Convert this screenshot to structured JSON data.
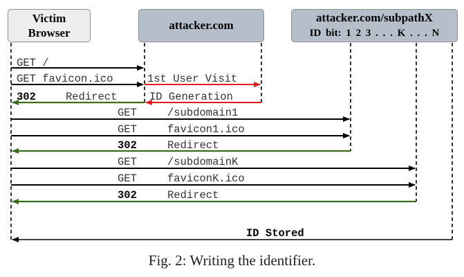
{
  "participants": {
    "victim_line1": "Victim",
    "victim_line2": "Browser",
    "attacker": "attacker.com",
    "subpath_title": "attacker.com/subpathX",
    "subpath_idbits": "ID bit:  1  2  3 . . .  K . . .  N"
  },
  "messages": [
    {
      "method": "GET",
      "text": "/",
      "from": "victim",
      "to": "attacker",
      "color": "#000000"
    },
    {
      "method": "GET",
      "text": "favicon.ico",
      "from": "victim",
      "to": "attacker",
      "color": "#000000"
    },
    {
      "method": "",
      "text": "1st User Visit",
      "from": "attacker",
      "to": "attacker-gen",
      "color": "#e0191b"
    },
    {
      "method": "",
      "text": "ID Generation",
      "from": "attacker-gen",
      "to": "attacker",
      "color": "#e0191b"
    },
    {
      "method": "302",
      "text": "Redirect",
      "from": "attacker",
      "to": "victim",
      "color": "#3c6b1e"
    },
    {
      "method": "GET",
      "text": "/subdomain1",
      "from": "victim",
      "to": "bit1",
      "color": "#000000"
    },
    {
      "method": "GET",
      "text": "favicon1.ico",
      "from": "victim",
      "to": "bit1",
      "color": "#000000"
    },
    {
      "method": "302",
      "text": "Redirect",
      "from": "bit1",
      "to": "victim",
      "color": "#3c6b1e"
    },
    {
      "method": "GET",
      "text": "/subdomainK",
      "from": "victim",
      "to": "bitK",
      "color": "#000000"
    },
    {
      "method": "GET",
      "text": "faviconK.ico",
      "from": "victim",
      "to": "bitK",
      "color": "#000000"
    },
    {
      "method": "302",
      "text": "Redirect",
      "from": "bitK",
      "to": "victim",
      "color": "#3c6b1e"
    },
    {
      "method": "",
      "text": "ID Stored",
      "from": "bitN",
      "to": "victim",
      "color": "#000000"
    }
  ],
  "labels": {
    "get1": "GET /",
    "get2": "GET favicon.ico",
    "first_visit": "1st User Visit",
    "id_generation": "ID Generation",
    "r1_code": "302",
    "r1_text": "Redirect",
    "s1_get": "GET",
    "s1_path": "/subdomain1",
    "s1_fav_get": "GET",
    "s1_fav": "favicon1.ico",
    "s1_code": "302",
    "s1_redirect": "Redirect",
    "sk_get": "GET",
    "sk_path": "/subdomainK",
    "sk_fav_get": "GET",
    "sk_fav": "faviconK.ico",
    "sk_code": "302",
    "sk_redirect": "Redirect",
    "id_stored": "ID Stored"
  },
  "caption": "Fig. 2: Writing the identifier.",
  "colors": {
    "request": "#000000",
    "generation": "#e0191b",
    "redirect": "#3c6b1e"
  }
}
